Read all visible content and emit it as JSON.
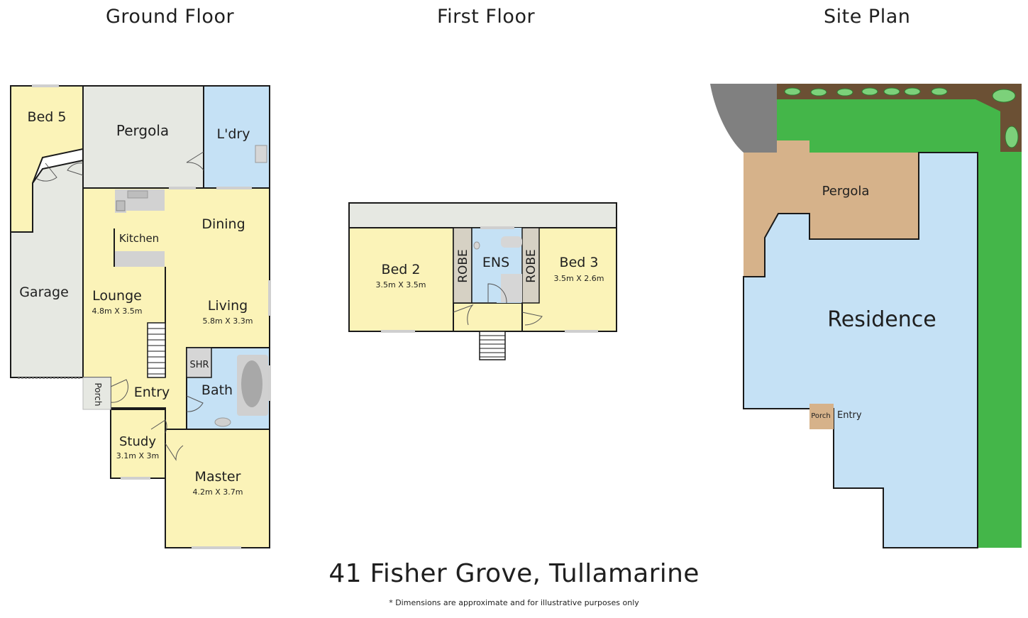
{
  "headings": {
    "ground_floor": "Ground Floor",
    "first_floor": "First Floor",
    "site_plan": "Site Plan"
  },
  "ground_floor": {
    "bed5": "Bed 5",
    "pergola": "Pergola",
    "laundry": "L'dry",
    "garage": "Garage",
    "kitchen": "Kitchen",
    "dining": "Dining",
    "lounge": "Lounge",
    "lounge_dim": "4.8m X 3.5m",
    "living": "Living",
    "living_dim": "5.8m X 3.3m",
    "shr": "SHR",
    "bath": "Bath",
    "porch": "Porch",
    "entry": "Entry",
    "study": "Study",
    "study_dim": "3.1m X 3m",
    "master": "Master",
    "master_dim": "4.2m X 3.7m"
  },
  "first_floor": {
    "bed2": "Bed 2",
    "bed2_dim": "3.5m X 3.5m",
    "robe_left": "ROBE",
    "ens": "ENS",
    "robe_right": "ROBE",
    "bed3": "Bed 3",
    "bed3_dim": "3.5m X 2.6m"
  },
  "site_plan": {
    "pergola": "Pergola",
    "residence": "Residence",
    "porch": "Porch",
    "entry": "Entry"
  },
  "address": "41 Fisher Grove, Tullamarine",
  "disclaimer": "* Dimensions are approximate and for illustrative purposes only",
  "colors": {
    "bedroom_yellow": "#fbf3b8",
    "wet_blue": "#c5e1f5",
    "outdoor_grey": "#e6e8e2",
    "lawn_green": "#44b649",
    "garden_brown": "#6b5034",
    "pergola_tan": "#d6b28a",
    "driveway_grey": "#808080"
  }
}
